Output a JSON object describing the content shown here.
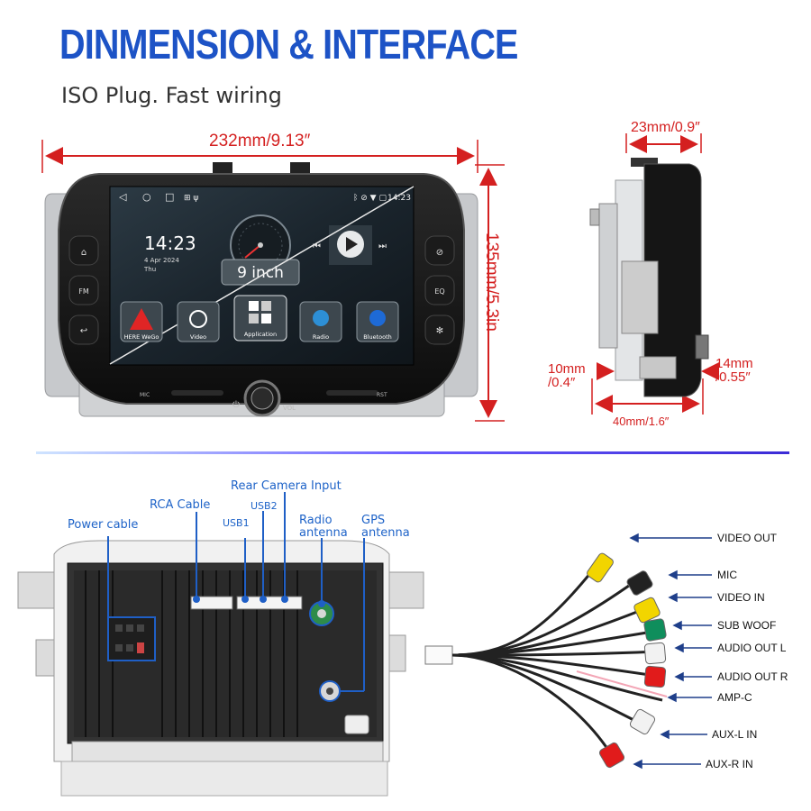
{
  "header": {
    "title": "DINMENSION & INTERFACE",
    "subtitle": "ISO Plug. Fast wiring"
  },
  "dimensions": {
    "width": "232mm/9.13″",
    "height": "135mm/5.3in",
    "depth_top": "23mm/0.9″",
    "left_a": "10mm",
    "left_b": "/0.4″",
    "right_a": "14mm",
    "right_b": "/0.55″",
    "bottom": "40mm/1.6″"
  },
  "screen": {
    "time": "14:23",
    "date": "4 Apr 2024",
    "day": "Thu",
    "status_time": "14:23",
    "size_badge": "9 inch",
    "apps": [
      "HERE WeGo",
      "Video",
      "Application",
      "Radio",
      "Bluetooth"
    ],
    "left_buttons": [
      "",
      "FM",
      ""
    ],
    "right_buttons": [
      "",
      "EQ",
      ""
    ],
    "mic": "MIC",
    "rst": "RST",
    "vol": "VOL"
  },
  "rear_labels": {
    "power": "Power cable",
    "rca": "RCA Cable",
    "camera": "Rear Camera Input",
    "usb1": "USB1",
    "usb2": "USB2",
    "radio_1": "Radio",
    "radio_2": "antenna",
    "gps_1": "GPS",
    "gps_2": "antenna"
  },
  "cables": [
    "VIDEO OUT",
    "MIC",
    "VIDEO IN",
    "SUB WOOF",
    "AUDIO OUT L",
    "AUDIO OUT R",
    "AMP-C",
    "AUX-L IN",
    "AUX-R IN"
  ],
  "colors": {
    "title": "#1d53c6",
    "dimension": "#d42020",
    "label": "#1e63c8"
  }
}
